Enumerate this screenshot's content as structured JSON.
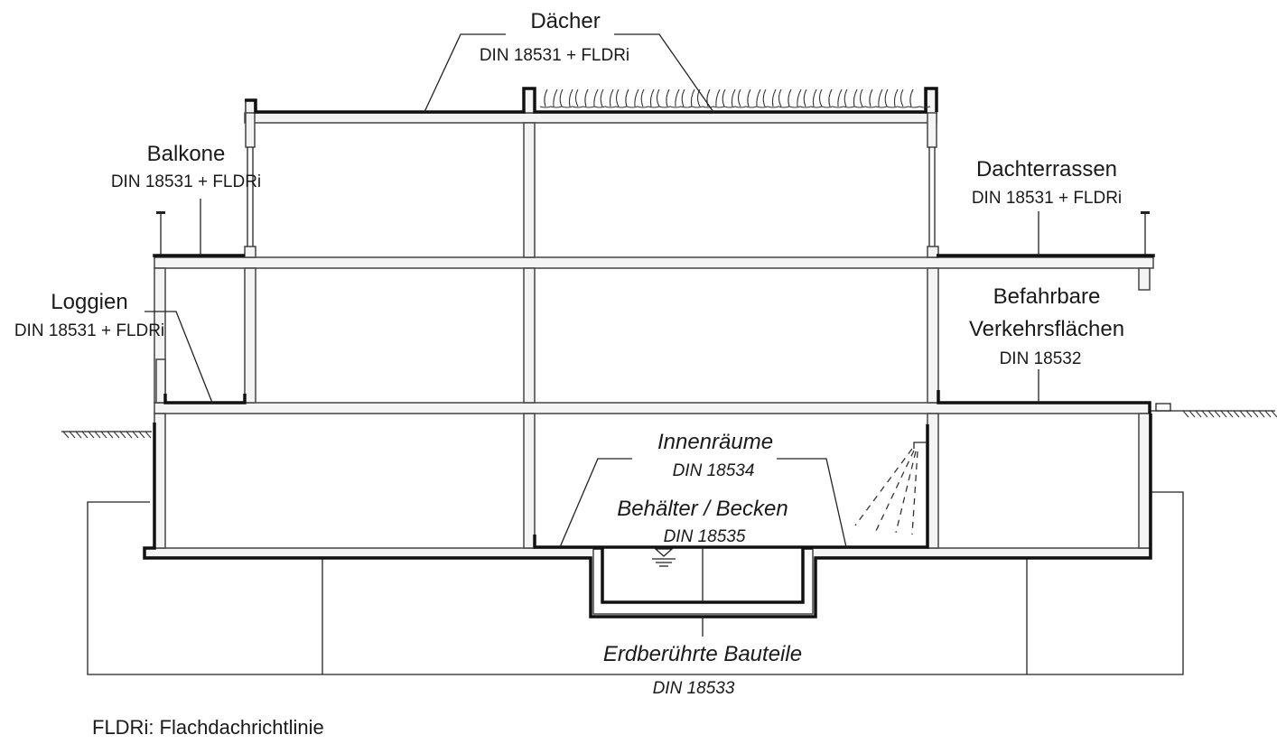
{
  "labels": {
    "daecher": {
      "title": "Dächer",
      "norm": "DIN 18531 + FLDRi"
    },
    "balkone": {
      "title": "Balkone",
      "norm": "DIN 18531 + FLDRi"
    },
    "dachterrassen": {
      "title": "Dachterrassen",
      "norm": "DIN 18531 + FLDRi"
    },
    "loggien": {
      "title": "Loggien",
      "norm": "DIN 18531 + FLDRi"
    },
    "verkehrsflaechen": {
      "title_line1": "Befahrbare",
      "title_line2": "Verkehrsflächen",
      "norm": "DIN 18532"
    },
    "innenraeume": {
      "title": "Innenräume",
      "norm": "DIN 18534"
    },
    "behaelter": {
      "title": "Behälter / Becken",
      "norm": "DIN 18535"
    },
    "erdberuehrt": {
      "title": "Erdberührte Bauteile",
      "norm": "DIN 18533"
    }
  },
  "footnote": "FLDRi: Flachdachrichtlinie"
}
